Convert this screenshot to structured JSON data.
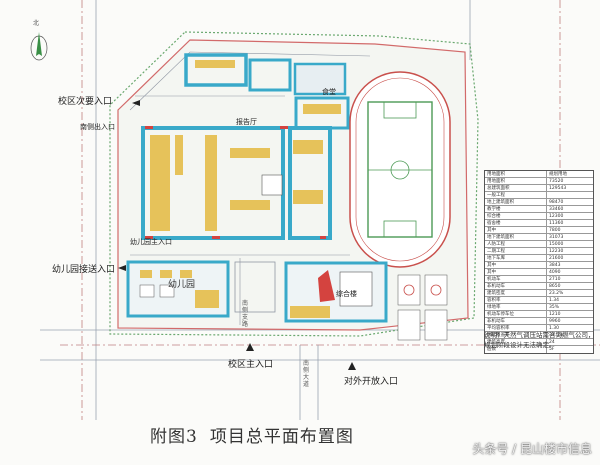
{
  "figure": {
    "caption_label": "附图3",
    "caption_title": "项目总平面布置图",
    "watermark": "头条号 / 昆山楼市信息"
  },
  "compass": {
    "north_label": "北",
    "icon": "north-arrow-icon"
  },
  "entrances": {
    "campus_secondary": "校区次要入口",
    "campus_main": "校区主入口",
    "kindergarten_drop": "幼儿园接送入口",
    "public_entrance": "对外开放入口",
    "kindergarten_inner": "幼儿园主入口",
    "south_gate": "南侧出入口"
  },
  "buildings": {
    "kindergarten": "幼儿园",
    "gym": "综合楼",
    "canteen": "食堂",
    "auditorium": "报告厅"
  },
  "roads": {
    "south_road": "南侧大道",
    "inner_road": "南侧支路"
  },
  "indicator_table": {
    "header": [
      "用地面积",
      "规划用地"
    ],
    "rows": [
      [
        "用地面积",
        "73520"
      ],
      [
        "总建筑面积",
        "129543"
      ],
      [
        "一般工程",
        ""
      ],
      [
        "地上建筑面积",
        "98470"
      ],
      [
        "教学楼",
        "33460"
      ],
      [
        "综合楼",
        "12300"
      ],
      [
        "宿舍楼",
        "11360"
      ],
      [
        "其中",
        "7800"
      ],
      [
        "地下建筑面积",
        "31073"
      ],
      [
        "人防工程",
        "15000"
      ],
      [
        "二期工程",
        "12230"
      ],
      [
        "地下车库",
        "21600"
      ],
      [
        "其中",
        "3843"
      ],
      [
        "其中",
        "4090"
      ],
      [
        "机动车",
        "2710"
      ],
      [
        "非机动车",
        "8650"
      ],
      [
        "建筑密度",
        "23.2%"
      ],
      [
        "容积率",
        "1.34"
      ],
      [
        "绿地率",
        "35%"
      ],
      [
        "机动车停车位",
        "1210"
      ],
      [
        "非机动车",
        "9960"
      ],
      [
        "平均容积率",
        "1.30"
      ],
      [
        "绿化覆盖率",
        "37.5%"
      ],
      [
        "建筑高度",
        "24"
      ],
      [
        "层数",
        "5F"
      ]
    ]
  },
  "notes": {
    "title": "说明：",
    "text": "天然气调压站需咨询燃气公司，规划阶段设计无法确定。"
  },
  "colors": {
    "site_boundary": "#d26a6a",
    "building_cyan": "#39a9c9",
    "building_yellow": "#e6c25a",
    "building_red": "#d4433f",
    "track_red": "#c9504c",
    "field_green": "#4c9a55",
    "tree_green": "#6aa86f"
  }
}
